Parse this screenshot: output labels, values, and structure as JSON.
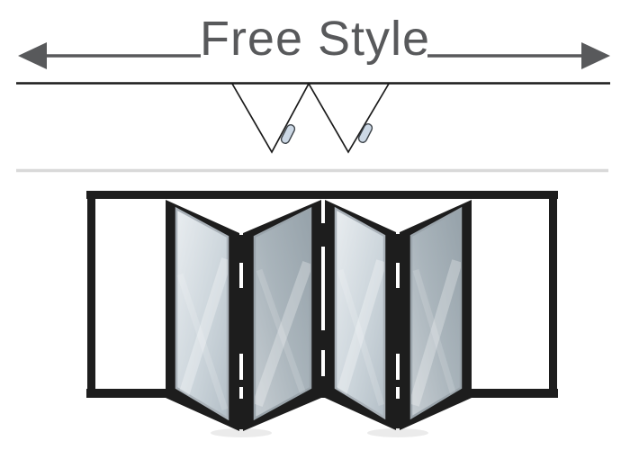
{
  "header": {
    "title": "Free Style",
    "text_color": "#58595b",
    "arrow_color": "#58595b"
  },
  "plan_schematic": {
    "track_color": "#1a1a1a",
    "fold_line_color": "#1a1a1a",
    "separator_color": "#d9d9d9",
    "handle_fill": "#ccd8e5",
    "handle_stroke": "#3c4248",
    "panel_count": 4,
    "fold_pattern": "two V-folds (W shape) hung from a single track"
  },
  "door_illustration": {
    "frame_color": "#1d1d1d",
    "glass_light_top": "#e9edf0",
    "glass_light_bottom": "#b4bfc7",
    "glass_dark_top": "#96a2aa",
    "glass_dark_bottom": "#c6cdd2",
    "panel_count": 4
  }
}
